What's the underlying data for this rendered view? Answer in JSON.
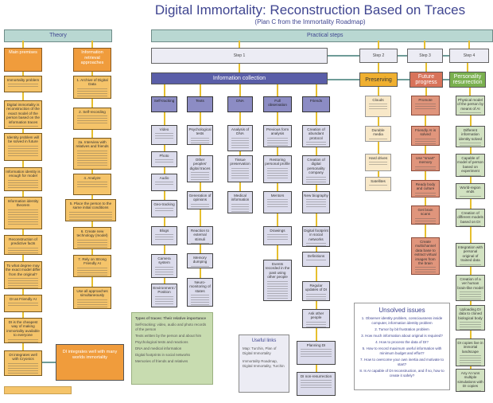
{
  "title": "Digital Immortality: Reconstruction Based on Traces",
  "subtitle": "(Plan C from the Immortality Roadmap)",
  "theory": {
    "header": "Theory",
    "premises": [
      "Main premises",
      "Immortality problem",
      "Digital immortality is reconstruction of the exact model of the person based on the information traces",
      "Identity problem will be solved in future",
      "Information identity is enough for model",
      "Information identity theorem",
      "Reconstruction of predictive facts",
      "To what degree may the exact model differ from the original?",
      "DI as Friendly AI",
      "DI is the cheapest way of making immortality available to everyone",
      "DI integrates well with Cryonics"
    ],
    "approaches": [
      "Information retrieval approaches",
      "1. Archive of Digital Data",
      "2. Self-recording",
      "2a. Interview with relatives and friends",
      "4. Analyze",
      "5. Place the person to the same initial conditions",
      "6. Create new technology (model)",
      "7. Rely on Strong Friendly AI",
      "Use all approaches simultaneously"
    ],
    "many_worlds": "DI integrates well with many worlds immortality"
  },
  "practical": {
    "header": "Practical steps",
    "steps": [
      "Step 1",
      "Step 2",
      "Step 3",
      "Step 4"
    ],
    "phases": [
      "Information collection",
      "Preserving",
      "Future progress",
      "Personality resurrection"
    ],
    "collection_columns": [
      [
        "Self-tracking",
        "Video",
        "Photo",
        "Audio",
        "Geo-tracking",
        "Blogs",
        "Camera system",
        "Environment / Position"
      ],
      [
        "Texts",
        "Psychological tests",
        "Other peoples' digital traces",
        "Generation of opinions",
        "Reaction to external stimuli",
        "Memory dumping",
        "Neuro-monitoring of states"
      ],
      [
        "DNA",
        "Analysis of DNA",
        "Tissue preservation",
        "Medical information"
      ],
      [
        "Full observation",
        "Previous form analysis",
        "Restoring personal profile",
        "Mentors",
        "Drawings",
        "Events recorded in the past using other people"
      ],
      [
        "Friends",
        "Creation of abundant protocol",
        "Creation of digital personality company",
        "New biography",
        "Digital footprint in social networks",
        "Definitions",
        "Regular updates of DI",
        "Ask other people",
        "Planning DI",
        "DI non-resurrection"
      ]
    ],
    "preserving": [
      "Clouds",
      "Durable media",
      "Hard drives",
      "Satellites"
    ],
    "future": [
      "Promote",
      "Friendly AI is solved",
      "Use \"smart\" memory",
      "Ready body and culture",
      "Get brain scans",
      "Create multichannel data base to extract virtual images from the brain"
    ],
    "resurrection": [
      "Physical model of the person by means of AI",
      "Different information identity solved",
      "Capable of model of person based on experiment",
      "World-region ends",
      "Creation of different models based on DI",
      "Integration with personal original of trained data",
      "Creation of a ver human brain-like model",
      "Uploading DI data to cloned biological body",
      "DI copies live in immortal landscape",
      "Any AI runs multiple simulations with DI copies"
    ]
  },
  "traces_note": {
    "title": "Types of traces: Their relative importance",
    "lines": [
      "Self-tracking: video, audio and photo records of the person",
      "Texts written by the person and about him",
      "Psychological tests and reactions",
      "DNA and medical information",
      "Digital footprints in social networks",
      "Memories of friends and relatives"
    ]
  },
  "useful_links": {
    "title": "Useful links",
    "lines": [
      "Map: Turchin, Plan of Digital Immortality",
      "Immortality Roadmap, Digital Immortality, Turchin"
    ]
  },
  "unsolved": {
    "title": "Unsolved issues",
    "items": [
      "1. Observer identity problem, consciousness inside computer, information identity problem",
      "2. Tumor by bit frustration problem",
      "3. How much information about original is required?",
      "4. How to process the data of DI?",
      "5. How to record maximum useful information with minimum budget and effort?",
      "7. How to overcome your own inertia and motivate to start?",
      "8. Is AI capable of DI reconstruction, and if so, how to create it safely?"
    ]
  }
}
